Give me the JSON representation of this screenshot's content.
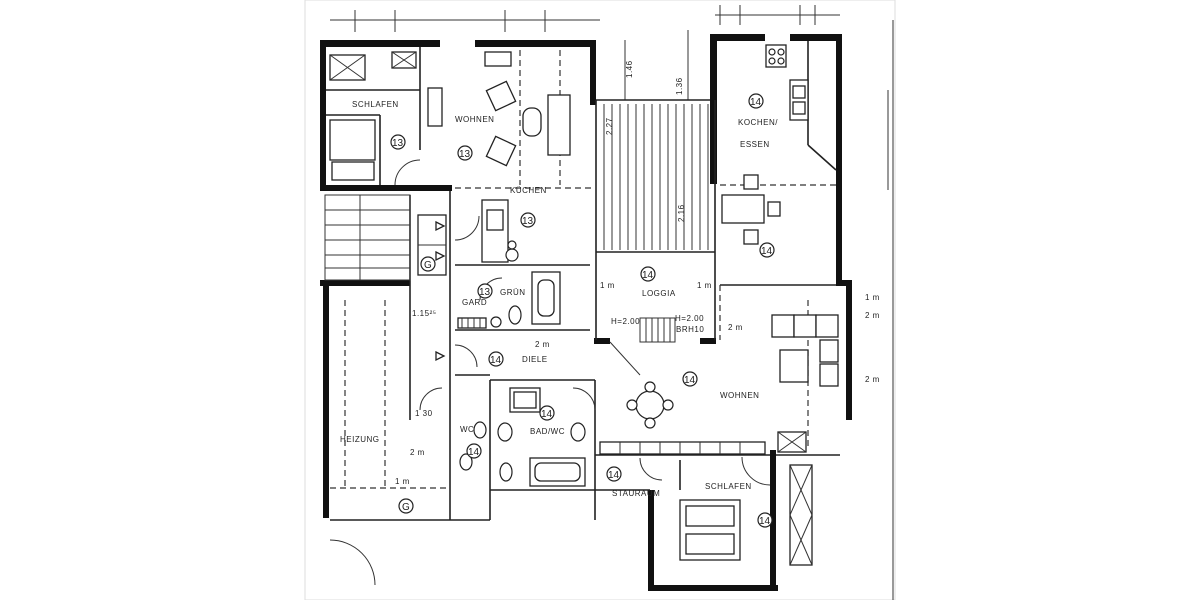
{
  "rooms": {
    "schlafen_top": "SCHLAFEN",
    "wohnen_top": "WOHNEN",
    "kuechen": "KÜCHEN",
    "kochen_essen_1": "KOCHEN/",
    "kochen_essen_2": "ESSEN",
    "garderobe": "GARD",
    "gruen": "GRÜN",
    "loggia": "LOGGIA",
    "diele": "DIELE",
    "wohnen_main": "WOHNEN",
    "wc": "WC",
    "bad_wc": "BAD/WC",
    "heizung": "HEIZUNG",
    "stauraum": "STAURAUM",
    "schlafen_bottom": "SCHLAFEN"
  },
  "marks": {
    "m13a": "13",
    "m13b": "13",
    "m13c": "13",
    "m13d": "13",
    "m14a": "14",
    "m14b": "14",
    "m14c": "14",
    "m14d": "14",
    "m14e": "14",
    "m14f": "14",
    "m14g": "14",
    "m14h": "14",
    "m14i": "14",
    "g1": "G",
    "g2": "G"
  },
  "dimensions": {
    "d146": "1.46",
    "d136": "1.36",
    "d227": "2.27",
    "d216": "2.16",
    "d115": "1.15²⁵",
    "d130": "1 30",
    "h200a": "H=2.00",
    "h200b": "H=2.00",
    "bru": "BRH10",
    "m1": "1 m",
    "m2": "2 m",
    "m3": "2 m",
    "m4": "1 m",
    "m5": "1 m",
    "m6": "2 m",
    "m7": "2 m",
    "m8": "1 m",
    "m9": "2 m"
  }
}
